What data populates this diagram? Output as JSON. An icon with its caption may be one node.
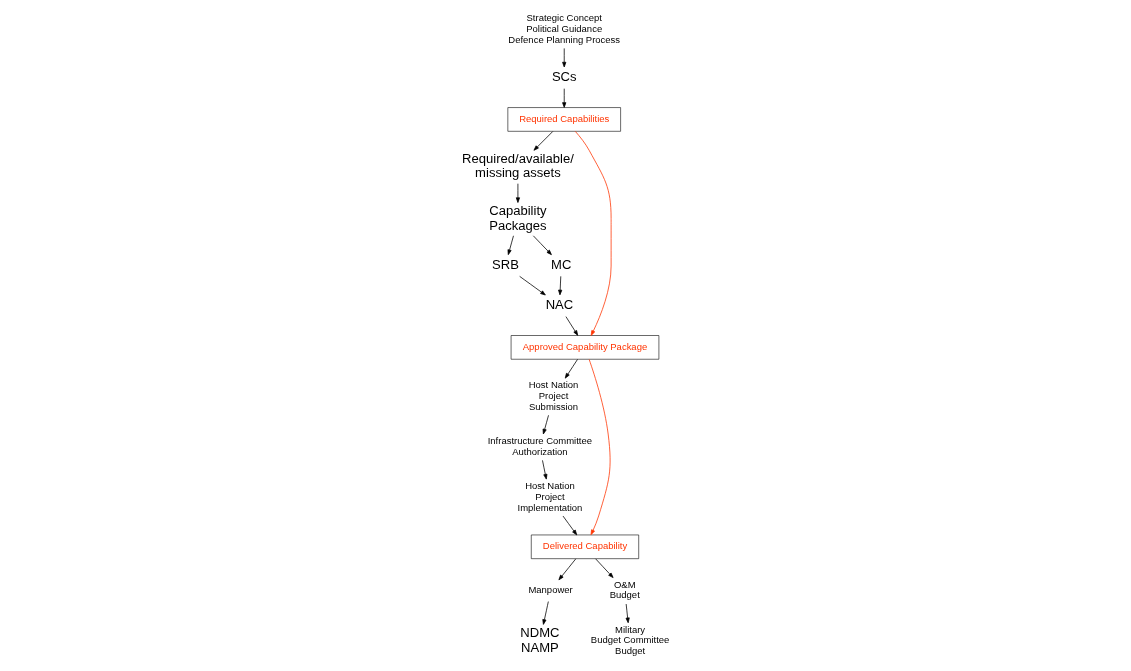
{
  "diagram": {
    "nodes": [
      {
        "text": [
          "Strategic Concept Political Guidance Defence Planning Process"
        ]
      },
      {
        "text": [
          "SCs"
        ]
      },
      {
        "text": [
          "Required Capabilities"
        ]
      },
      {
        "text": [
          "Required/available/ missing assets"
        ]
      },
      {
        "text": [
          "Capability Packages"
        ]
      },
      {
        "text": [
          "SRB"
        ]
      },
      {
        "text": [
          "MC"
        ]
      },
      {
        "text": [
          "NAC"
        ]
      },
      {
        "text": [
          "Approved Capability Package"
        ]
      },
      {
        "text": [
          "Host Nation Project Submission"
        ]
      },
      {
        "text": [
          "Infrastructure Committee Authorization"
        ]
      },
      {
        "text": [
          "Host Nation Project Implementation"
        ]
      },
      {
        "text": [
          "Delivered Capability"
        ]
      },
      {
        "text": [
          "Manpower"
        ]
      },
      {
        "text": [
          "O&M Budget"
        ]
      },
      {
        "text": [
          "NDMC NAMP"
        ]
      },
      {
        "text": [
          "Military Budget Committee Budget"
        ]
      }
    ],
    "edges": [
      {
        "from": 0,
        "to": 1,
        "arrow": "to"
      },
      {
        "from": 1,
        "to": 2,
        "arrow": "to"
      },
      {
        "from": 2,
        "to": 3,
        "arrow": "to"
      },
      {
        "from": 3,
        "to": 4,
        "arrow": "to"
      },
      {
        "from": 4,
        "to": 5,
        "arrow": "to"
      },
      {
        "from": 4,
        "to": 6,
        "arrow": "to"
      },
      {
        "from": 5,
        "to": 7,
        "arrow": "to"
      },
      {
        "from": 6,
        "to": 7,
        "arrow": "to"
      },
      {
        "from": 7,
        "to": 8,
        "arrow": "to"
      },
      {
        "from": 2,
        "to": 8,
        "arrow": "to",
        "color": "#ff3300"
      },
      {
        "from": 8,
        "to": 9,
        "arrow": "to"
      },
      {
        "from": 9,
        "to": 10,
        "arrow": "to"
      },
      {
        "from": 10,
        "to": 11,
        "arrow": "to"
      },
      {
        "from": 11,
        "to": 12,
        "arrow": "to"
      },
      {
        "from": 8,
        "to": 12,
        "arrow": "to",
        "color": "#ff3300"
      },
      {
        "from": 12,
        "to": 13,
        "arrow": "to"
      },
      {
        "from": 12,
        "to": 14,
        "arrow": "to"
      },
      {
        "from": 13,
        "to": 15,
        "arrow": "to"
      },
      {
        "from": 14,
        "to": 16,
        "arrow": "to"
      }
    ]
  }
}
